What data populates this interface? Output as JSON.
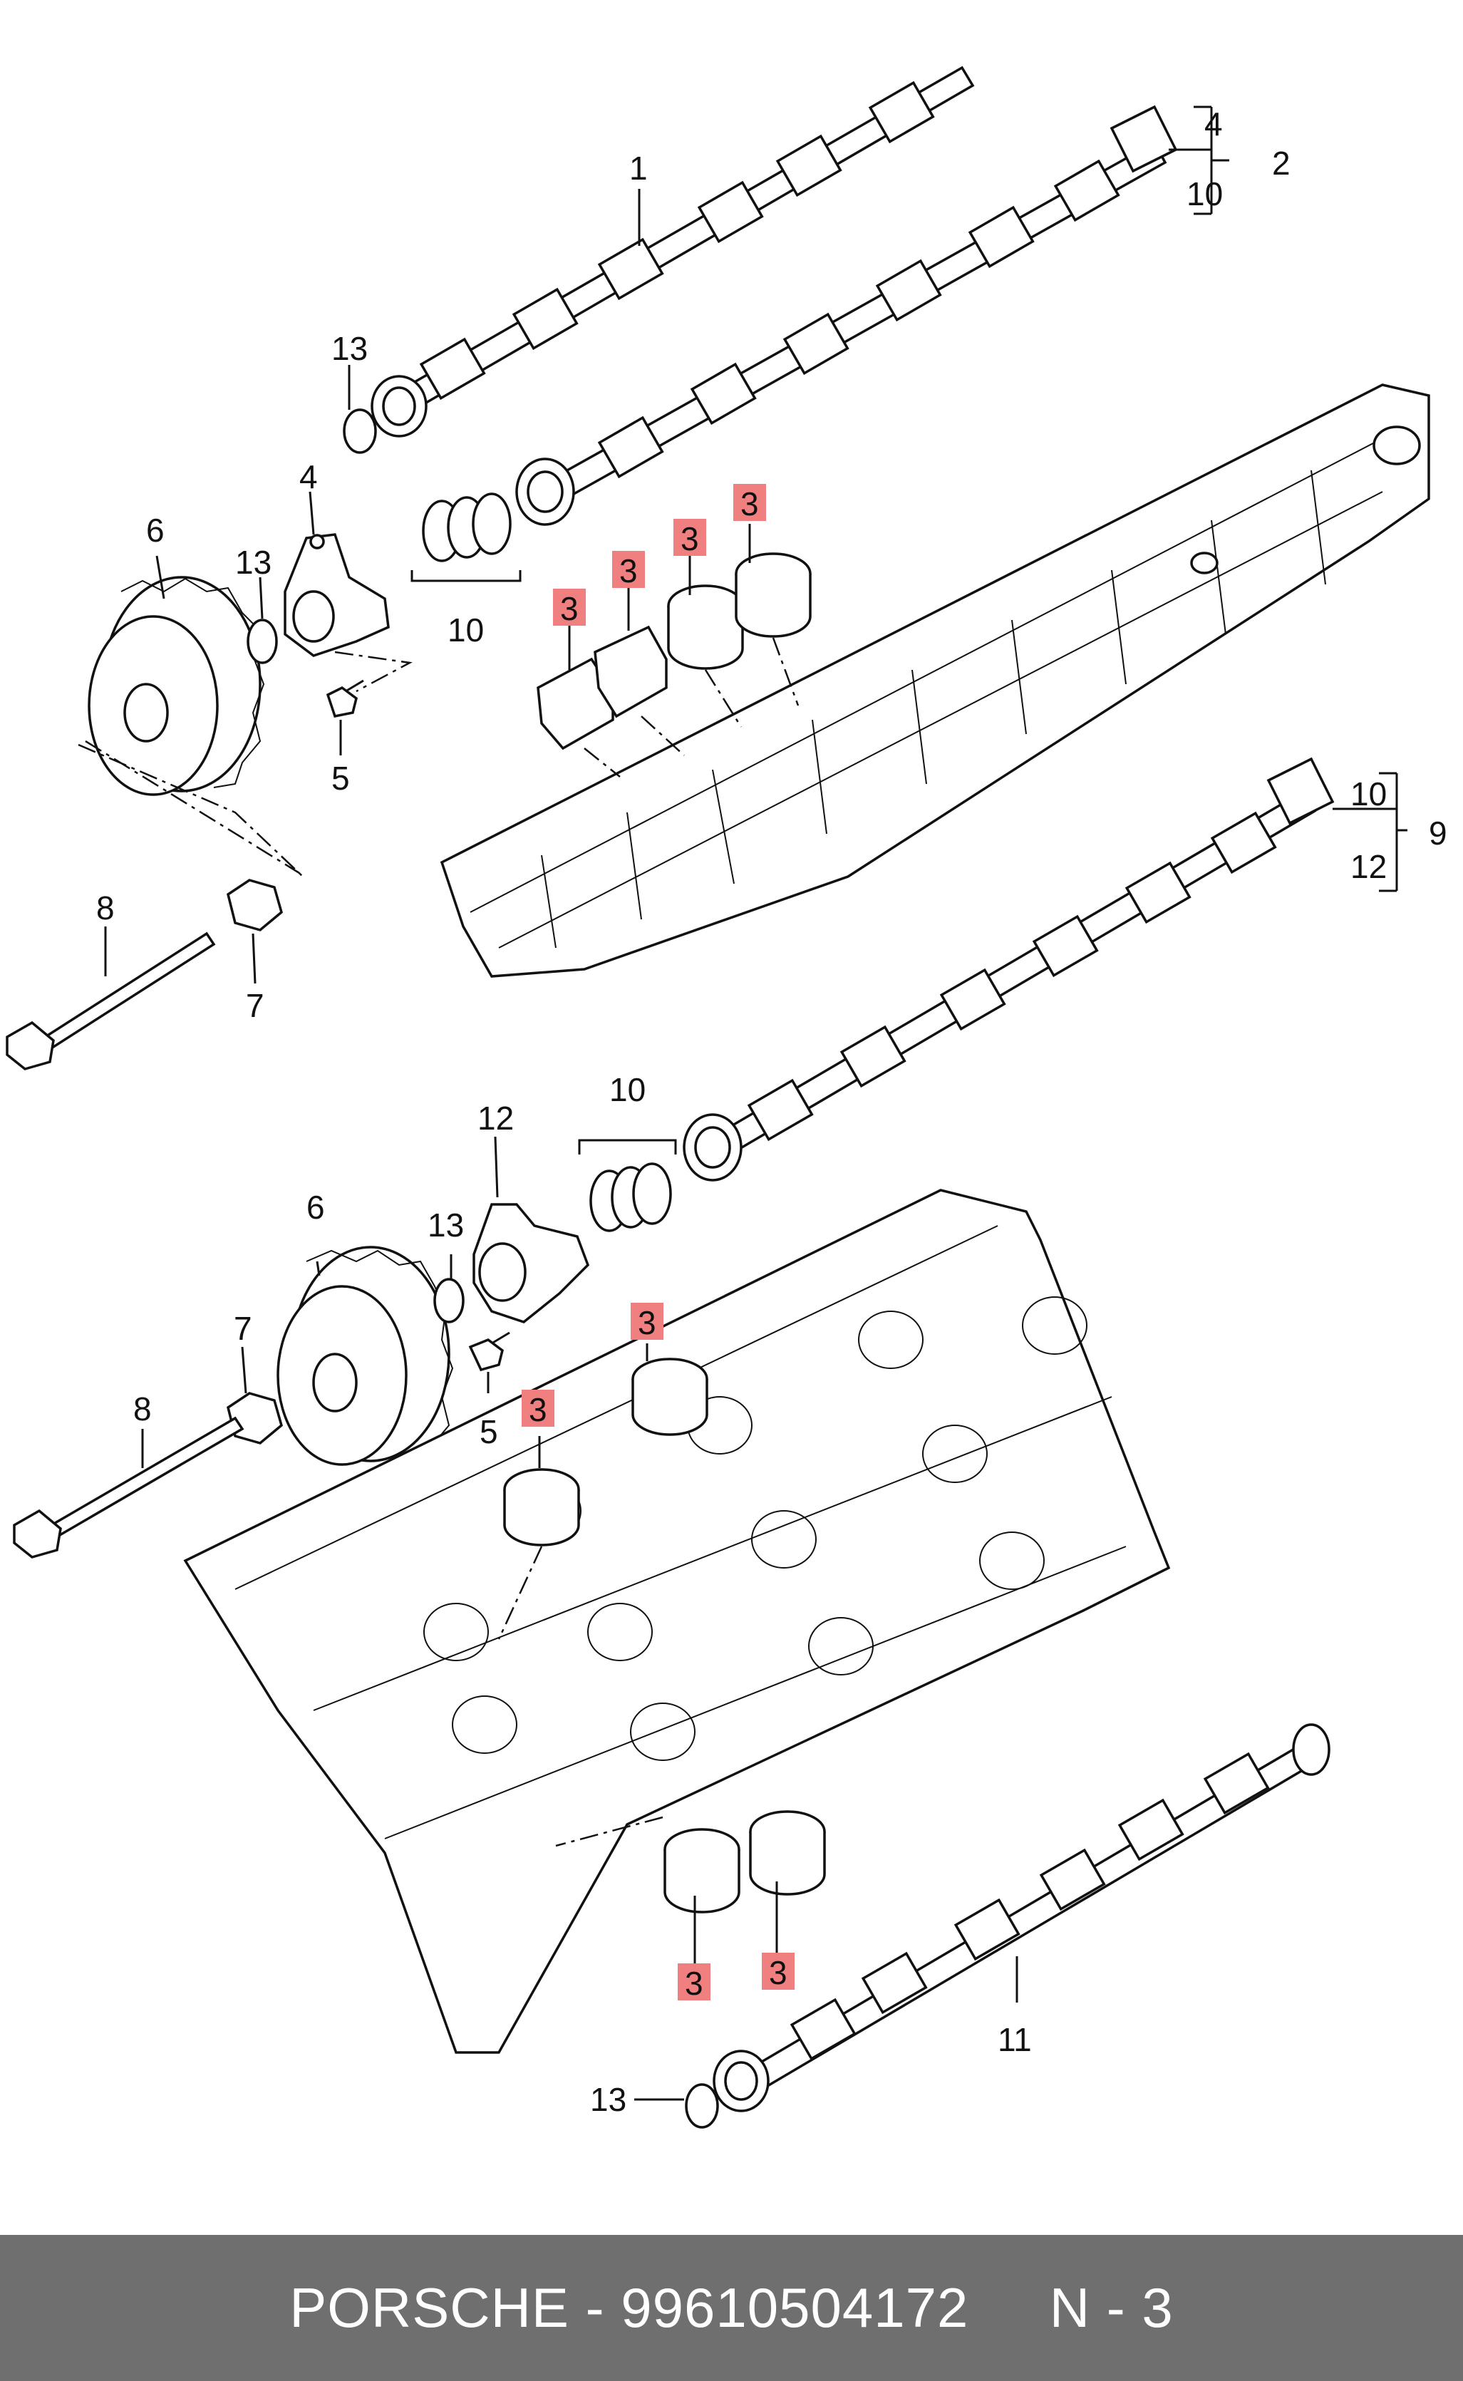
{
  "callouts": {
    "c1": "1",
    "c2": "2",
    "c4a": "4",
    "c10a": "10",
    "c13a": "13",
    "c6a": "6",
    "c13b": "13",
    "c4b": "4",
    "c10b": "10",
    "c5a": "5",
    "c8a": "8",
    "c7a": "7",
    "c3a": "3",
    "c3b": "3",
    "c3c": "3",
    "c3d": "3",
    "c10c": "10",
    "c9": "9",
    "c12a": "12",
    "c10d": "10",
    "c12b": "12",
    "c6b": "6",
    "c13c": "13",
    "c7b": "7",
    "c8b": "8",
    "c5b": "5",
    "c3e": "3",
    "c3f": "3",
    "c3g": "3",
    "c3h": "3",
    "c11": "11",
    "c13d": "13"
  },
  "highlight_color": "#f08080",
  "footer": {
    "text": "PORSCHE - 99610504172     N - 3",
    "background": "#6f6f6f"
  }
}
